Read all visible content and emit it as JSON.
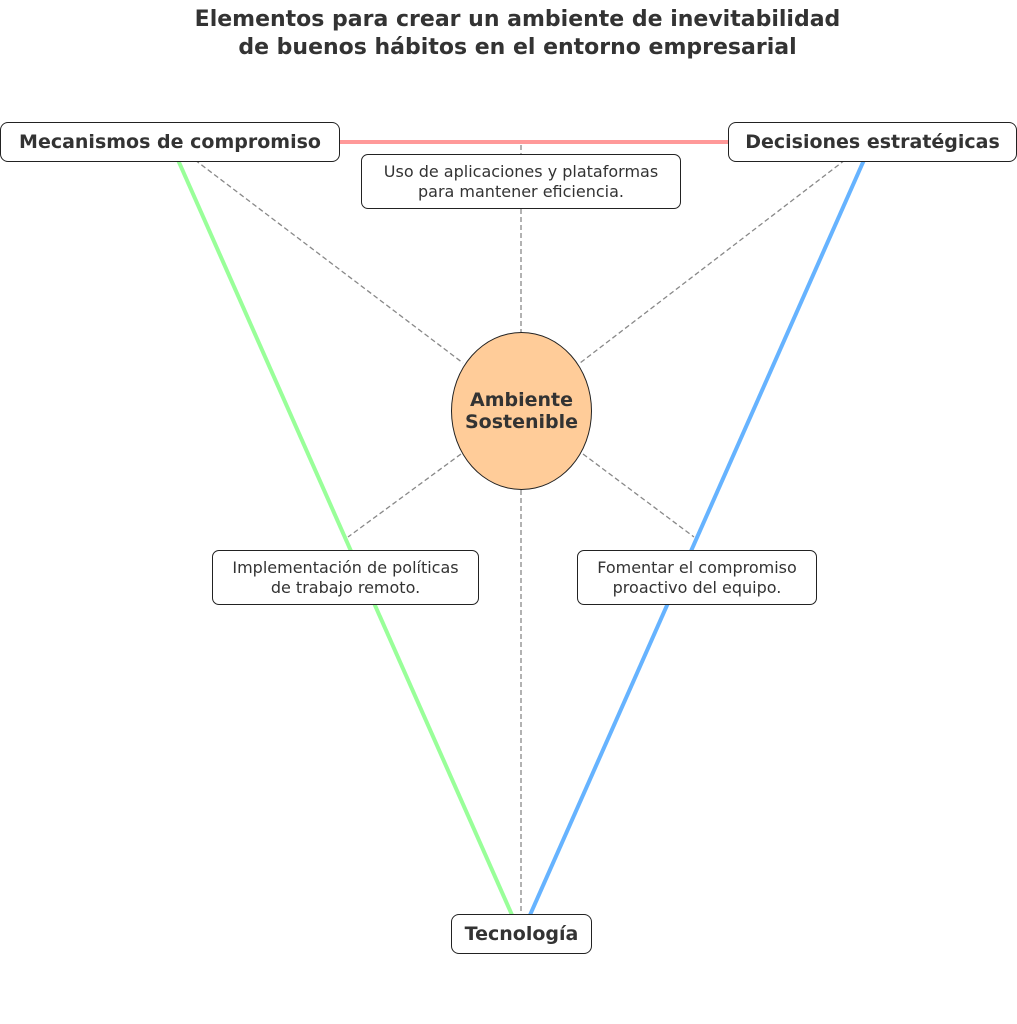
{
  "title": {
    "line1": "Elementos para crear un ambiente de inevitabilidad",
    "line2": "de buenos hábitos en el entorno empresarial"
  },
  "center": {
    "line1": "Ambiente",
    "line2": "Sostenible",
    "color": "#ffcc99"
  },
  "nodes": {
    "mecanismos": "Mecanismos de compromiso",
    "decisiones": "Decisiones estratégicas",
    "tecnologia": "Tecnología"
  },
  "labels": {
    "top": {
      "line1": "Uso de aplicaciones y plataformas",
      "line2": "para mantener eficiencia."
    },
    "left": {
      "line1": "Implementación de políticas",
      "line2": "de trabajo remoto."
    },
    "right": {
      "line1": "Fomentar el compromiso",
      "line2": "proactivo del equipo."
    }
  },
  "edge_colors": {
    "top": "#ff9999",
    "left": "#99ff99",
    "right": "#66b3ff",
    "dashed": "#888888"
  }
}
